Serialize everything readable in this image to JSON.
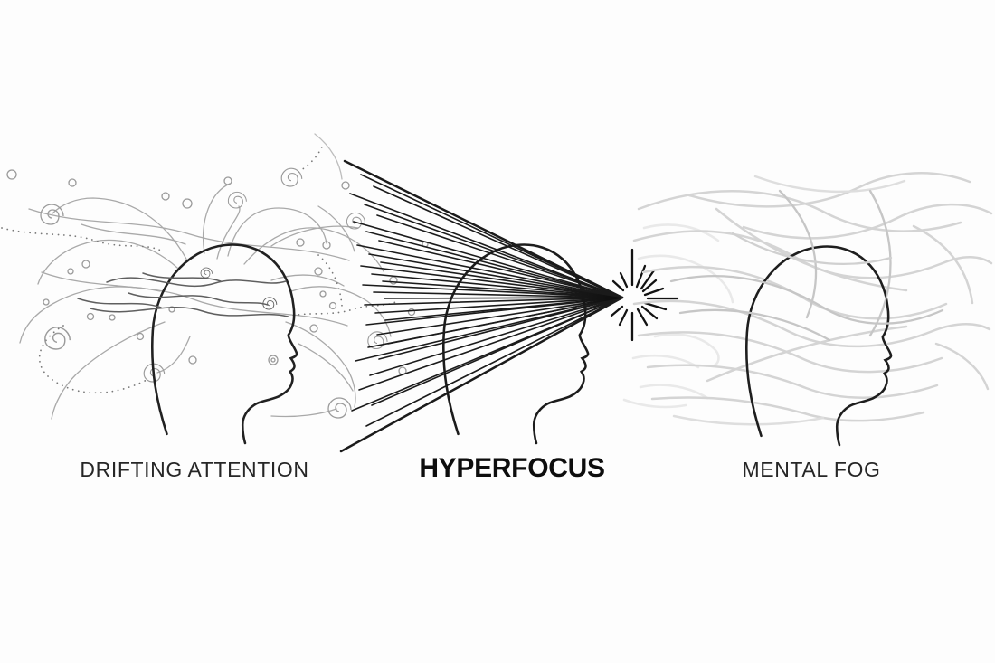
{
  "figure": {
    "panels": [
      {
        "id": "drifting-attention",
        "label": "DRIFTING ATTENTION",
        "icon": "head-profile-icon",
        "motifs": [
          "squiggle-lines",
          "spiral-icon",
          "dotted-trail",
          "circle-nodes"
        ]
      },
      {
        "id": "hyperfocus",
        "label": "HYPERFOCUS",
        "icon": "head-profile-icon",
        "motifs": [
          "focus-rays",
          "focus-wedge",
          "starburst-icon"
        ]
      },
      {
        "id": "mental-fog",
        "label": "MENTAL FOG",
        "icon": "head-profile-icon",
        "motifs": [
          "fog-strands"
        ]
      }
    ],
    "colors": {
      "ink": "#1c1c1c",
      "squiggle_gray": "#a9a9a9",
      "tangle_gray": "#5f5f5f",
      "fog_gray": "#d4d4d4",
      "label_color": "#262626",
      "background": "#fdfdfd"
    }
  }
}
